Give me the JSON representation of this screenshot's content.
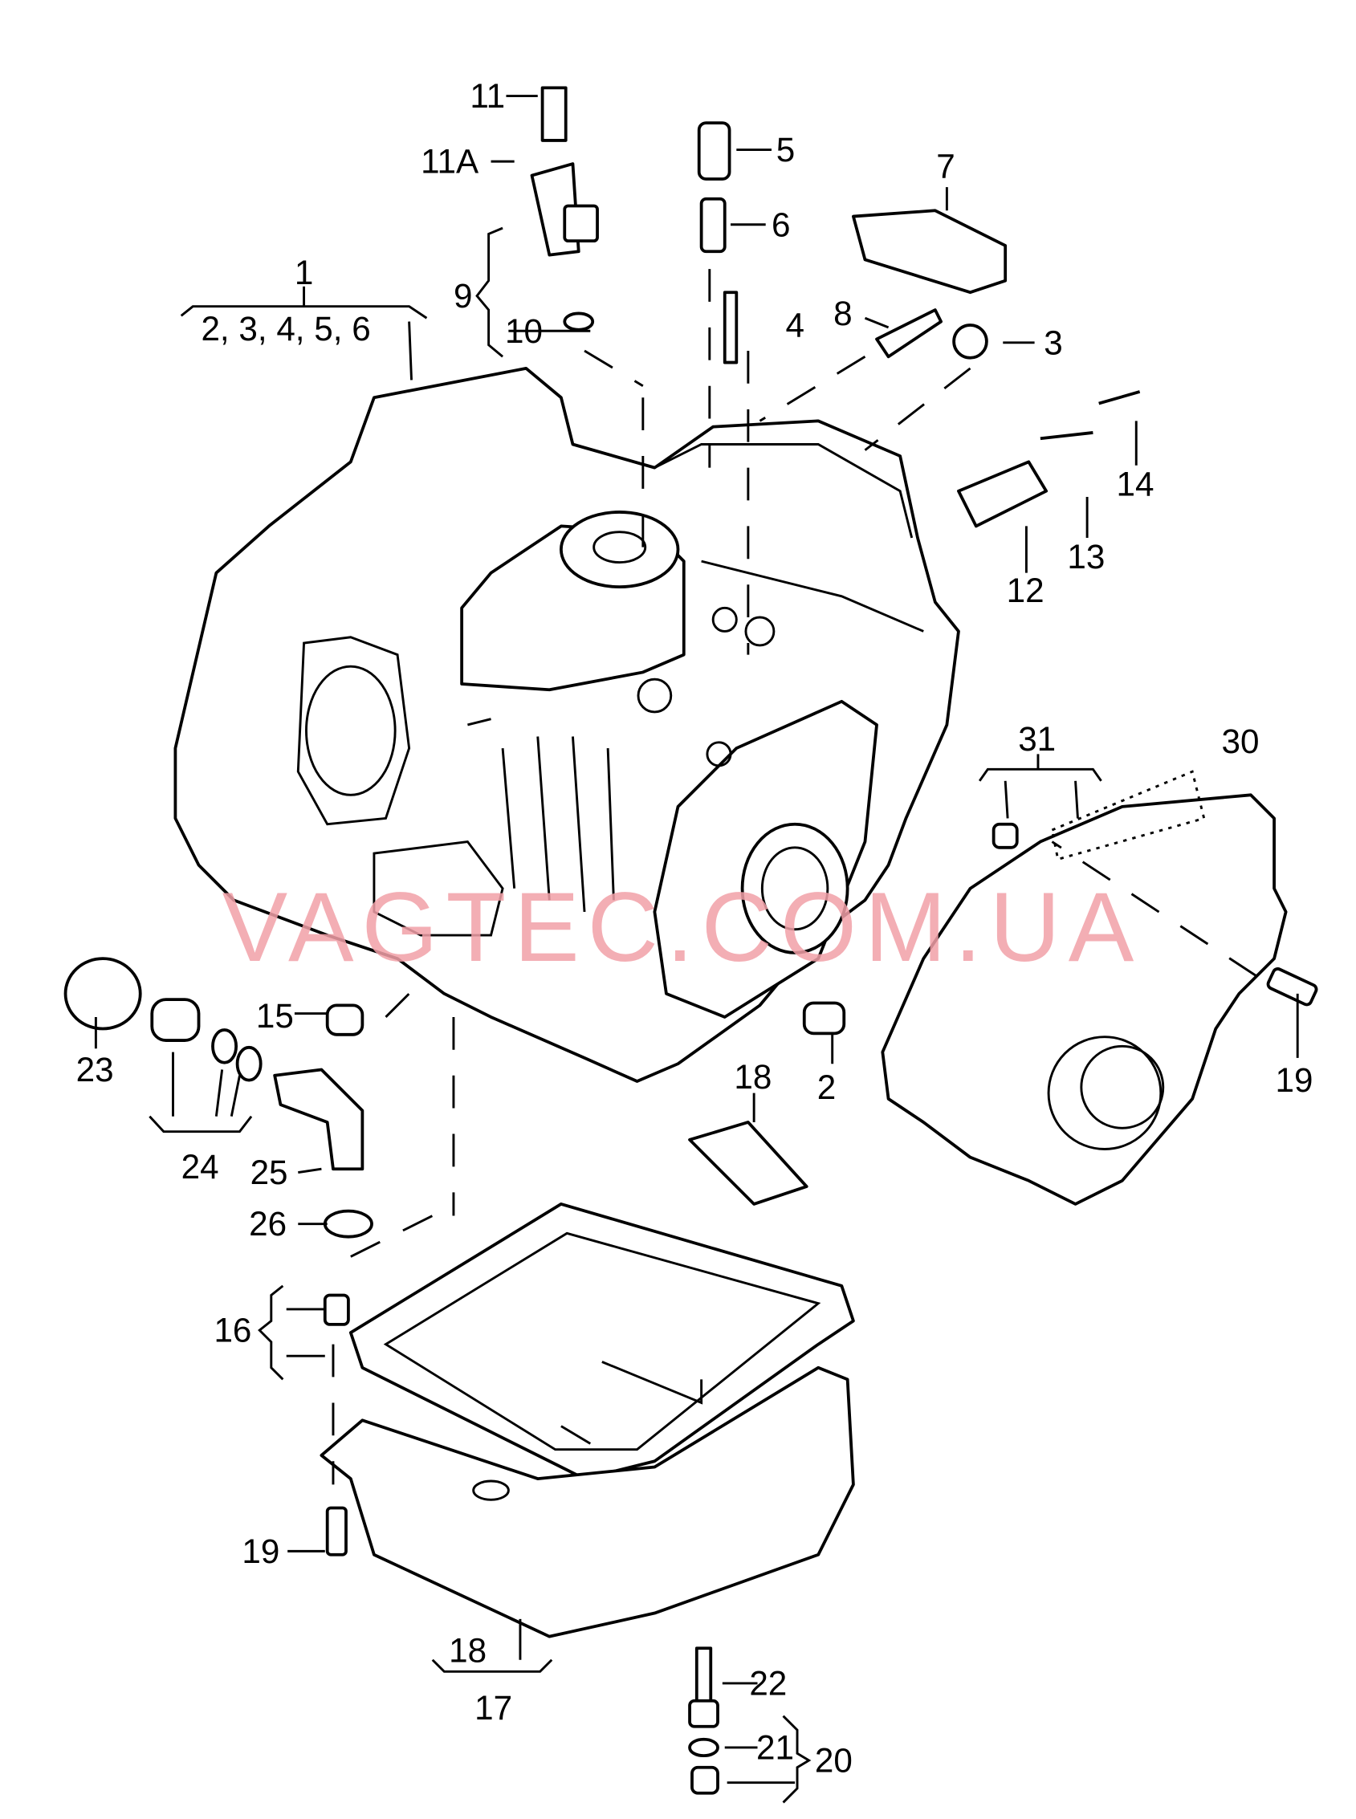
{
  "diagram": {
    "watermark": "VAGTEC.COM.UA",
    "labels": {
      "l1": "1",
      "l1_sub": "2, 3, 4, 5, 6",
      "l2": "2",
      "l3": "3",
      "l4": "4",
      "l5": "5",
      "l6": "6",
      "l7": "7",
      "l8": "8",
      "l9": "9",
      "l10": "10",
      "l11": "11",
      "l11a": "11A",
      "l12": "12",
      "l13": "13",
      "l14": "14",
      "l15": "15",
      "l16": "16",
      "l17": "17",
      "l18a": "18",
      "l18b": "18",
      "l19a": "19",
      "l19b": "19",
      "l20": "20",
      "l21": "21",
      "l22": "22",
      "l23": "23",
      "l24": "24",
      "l25": "25",
      "l26": "26",
      "l30": "30",
      "l31": "31"
    }
  }
}
